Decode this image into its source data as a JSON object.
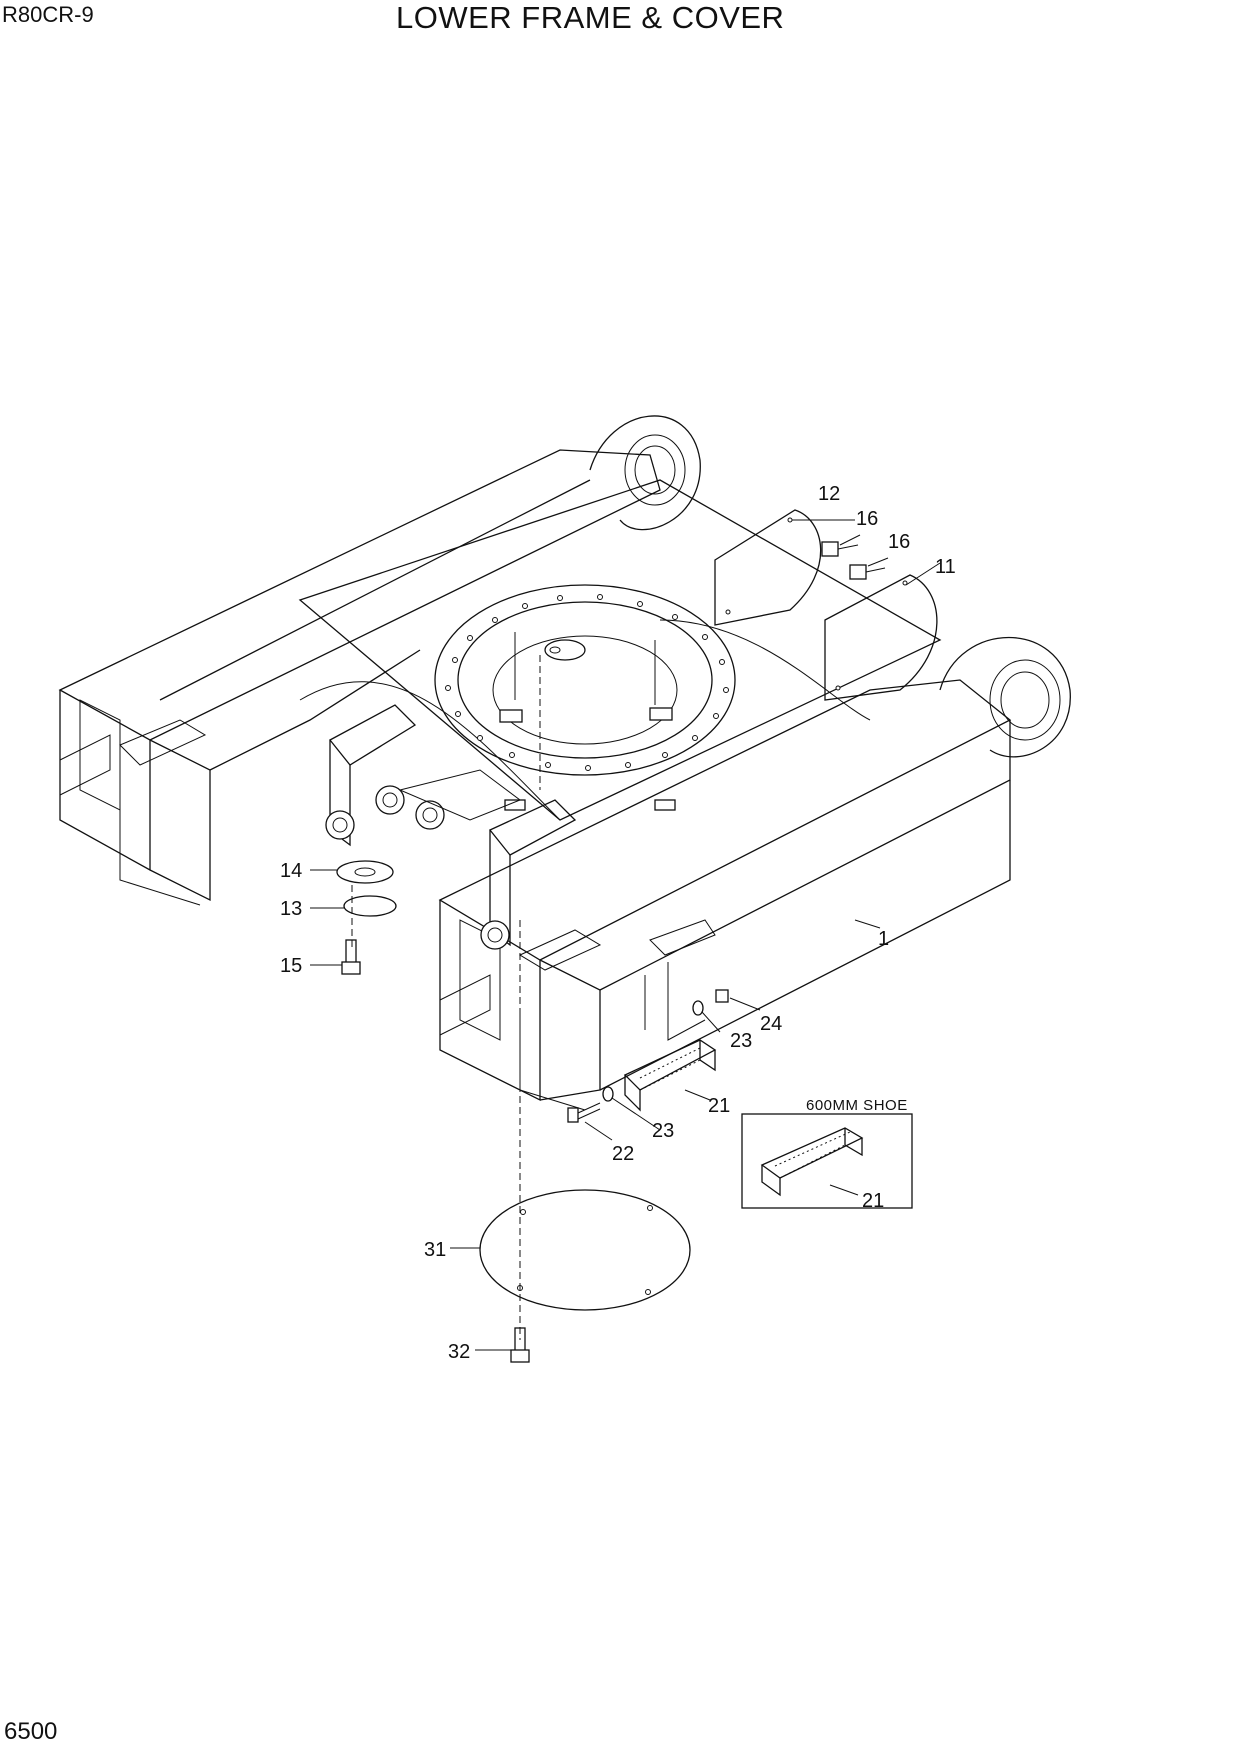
{
  "header": {
    "model": "R80CR-9",
    "title": "LOWER FRAME & COVER"
  },
  "footer": {
    "page_number": "6500"
  },
  "inset": {
    "title": "600MM SHOE",
    "part_label": "21"
  },
  "callouts": {
    "p1": "1",
    "p11": "11",
    "p12": "12",
    "p13": "13",
    "p14": "14",
    "p15": "15",
    "p16a": "16",
    "p16b": "16",
    "p21": "21",
    "p22": "22",
    "p23a": "23",
    "p23b": "23",
    "p24": "24",
    "p31": "31",
    "p32": "32"
  }
}
